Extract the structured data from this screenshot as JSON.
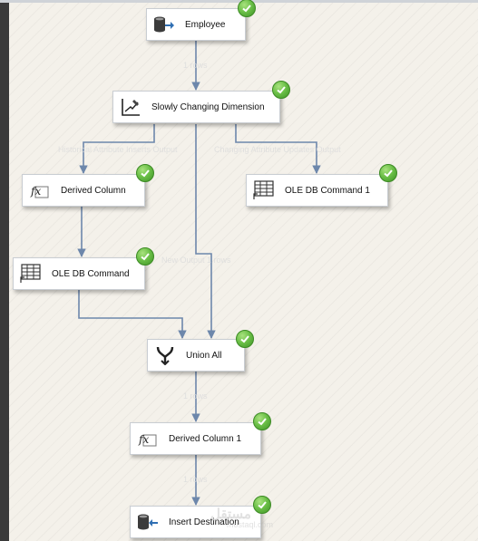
{
  "tasks": {
    "employee": {
      "label": "Employee",
      "icon": "source-icon"
    },
    "scd": {
      "label": "Slowly Changing Dimension",
      "icon": "scd-icon"
    },
    "derived_column": {
      "label": "Derived Column",
      "icon": "fx-icon"
    },
    "ole_db_command_1": {
      "label": "OLE DB Command 1",
      "icon": "ole-db-command-icon"
    },
    "ole_db_command": {
      "label": "OLE DB Command",
      "icon": "ole-db-command-icon"
    },
    "union_all": {
      "label": "Union All",
      "icon": "union-icon"
    },
    "derived_column_1": {
      "label": "Derived Column 1",
      "icon": "fx-icon"
    },
    "insert_destination": {
      "label": "Insert Destination",
      "icon": "destination-icon"
    }
  },
  "status": {
    "success_icon": "check-circle-icon",
    "success_color": "#5cb83c"
  },
  "flow_labels": {
    "employee_to_scd": "1 rows",
    "scd_to_derived": "Historical Attribute Inserts Output",
    "scd_to_ole1": "Changing Attribute Updates Output",
    "scd_to_union": "New Output 1 rows",
    "union_to_derived1": "1 rows",
    "derived1_to_dest": "1 rows"
  },
  "watermark": {
    "title": "مستقل",
    "sub": "mostaql.com"
  },
  "colors": {
    "flow": "#6d87ab",
    "canvas": "#f4f1ea"
  }
}
